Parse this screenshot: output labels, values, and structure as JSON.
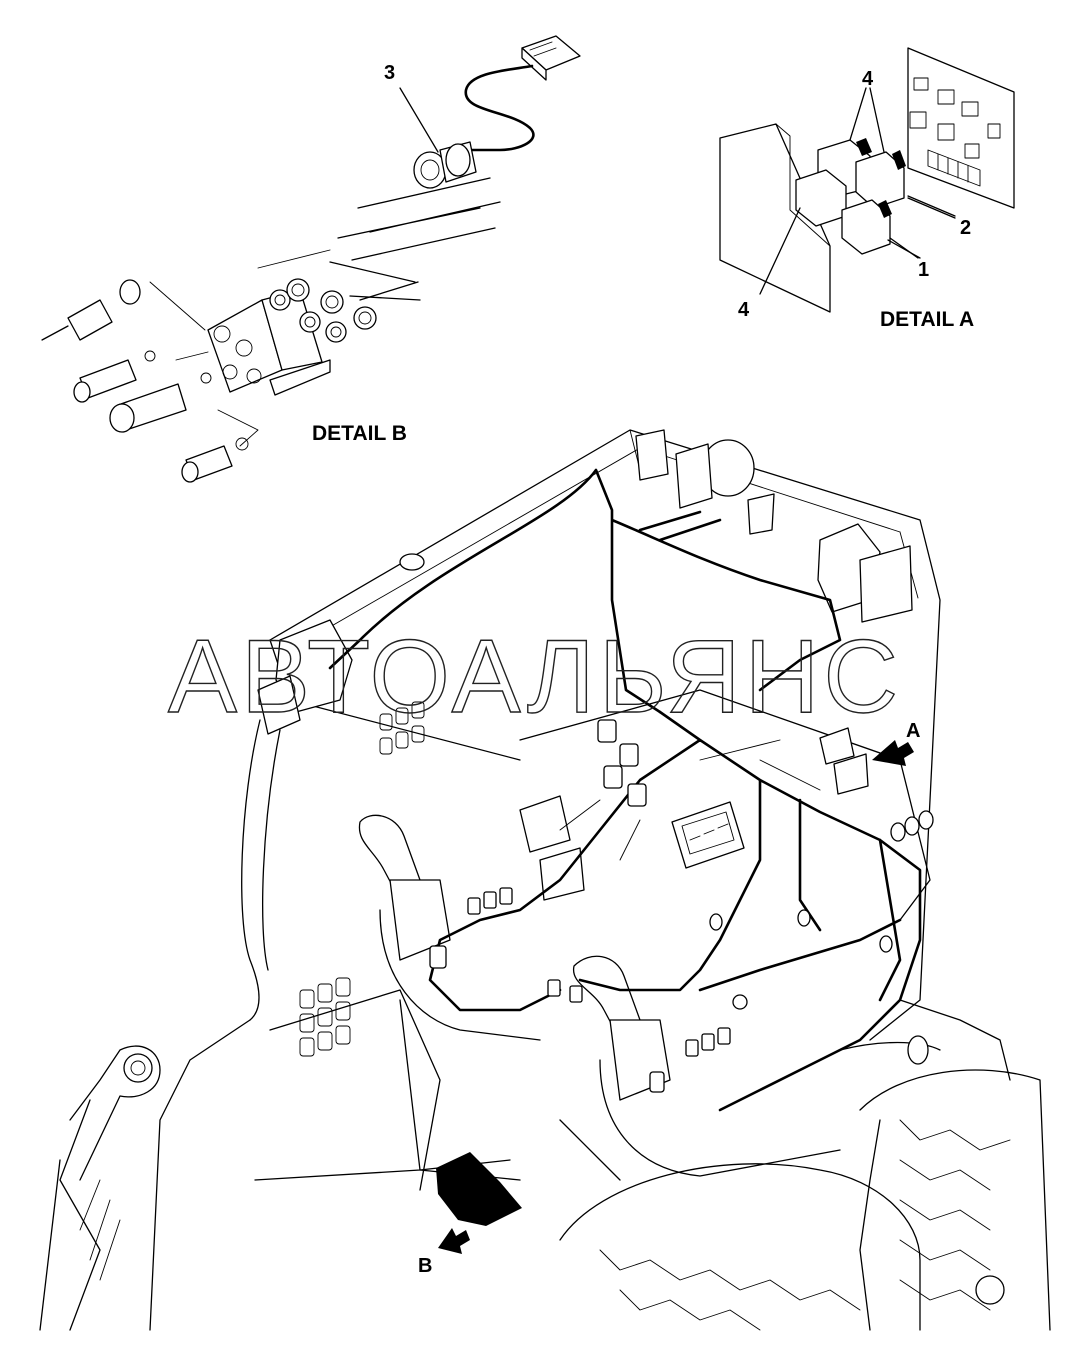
{
  "labels": {
    "callout_3": "3",
    "callout_4_top": "4",
    "callout_2": "2",
    "callout_1": "1",
    "callout_4_bottom": "4",
    "callout_a": "A",
    "callout_b": "B"
  },
  "captions": {
    "detail_a": "DETAIL A",
    "detail_b": "DETAIL B"
  },
  "watermark": "АВТОАЛЬЯНС"
}
